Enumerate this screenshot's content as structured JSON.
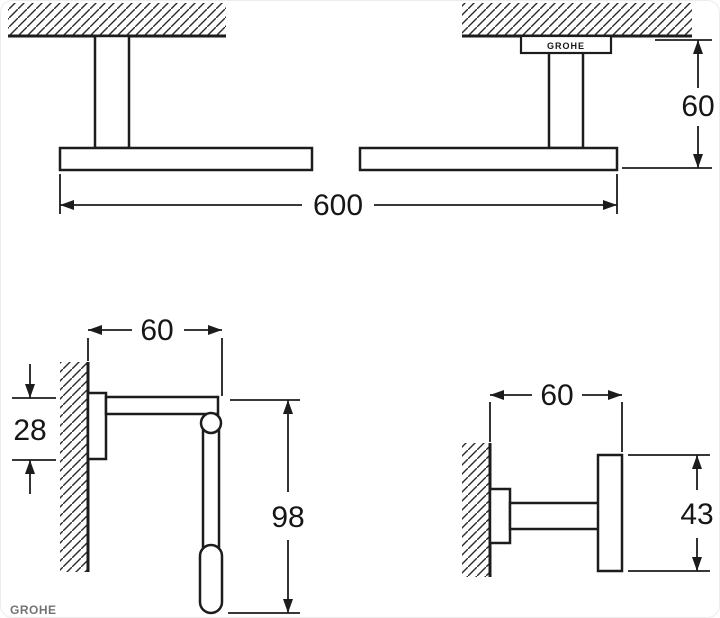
{
  "brand_logo": "GROHE",
  "watermark": "GROHE",
  "dimensions": {
    "towel_bar_length": "600",
    "towel_bar_height": "60",
    "paper_holder_projection": "60",
    "paper_holder_plate_height": "28",
    "paper_holder_height": "98",
    "hook_projection": "60",
    "hook_height": "43"
  },
  "colors": {
    "line": "#1c1c1c",
    "background": "#ffffff",
    "watermark_blue": "#2a4b9b"
  }
}
